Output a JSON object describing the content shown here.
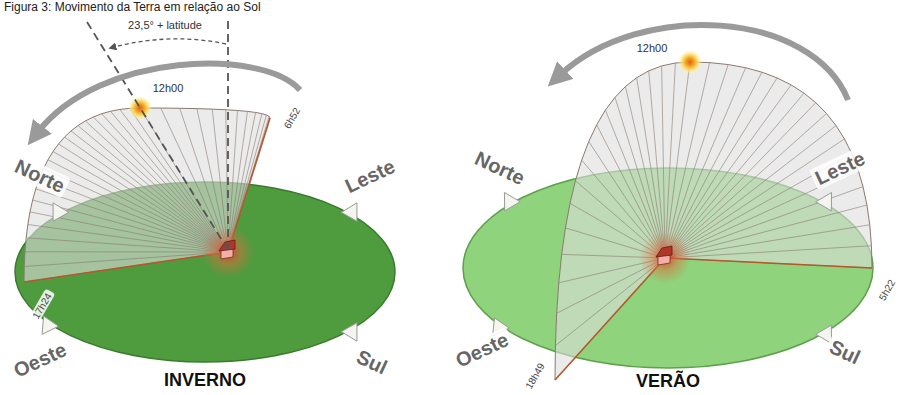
{
  "diagram": {
    "title": "Figura 3: Movimento da Terra em relação ao Sol",
    "labels": [
      "23,5° + latitude",
      "12h00",
      "6h52",
      "Norte",
      "Leste",
      "17h24",
      "Oeste",
      "Sul",
      "INVERNO",
      "12h00",
      "5h22",
      "Norte",
      "Leste",
      "Oeste",
      "18h49",
      "Sul",
      "VERÃO"
    ]
  }
}
